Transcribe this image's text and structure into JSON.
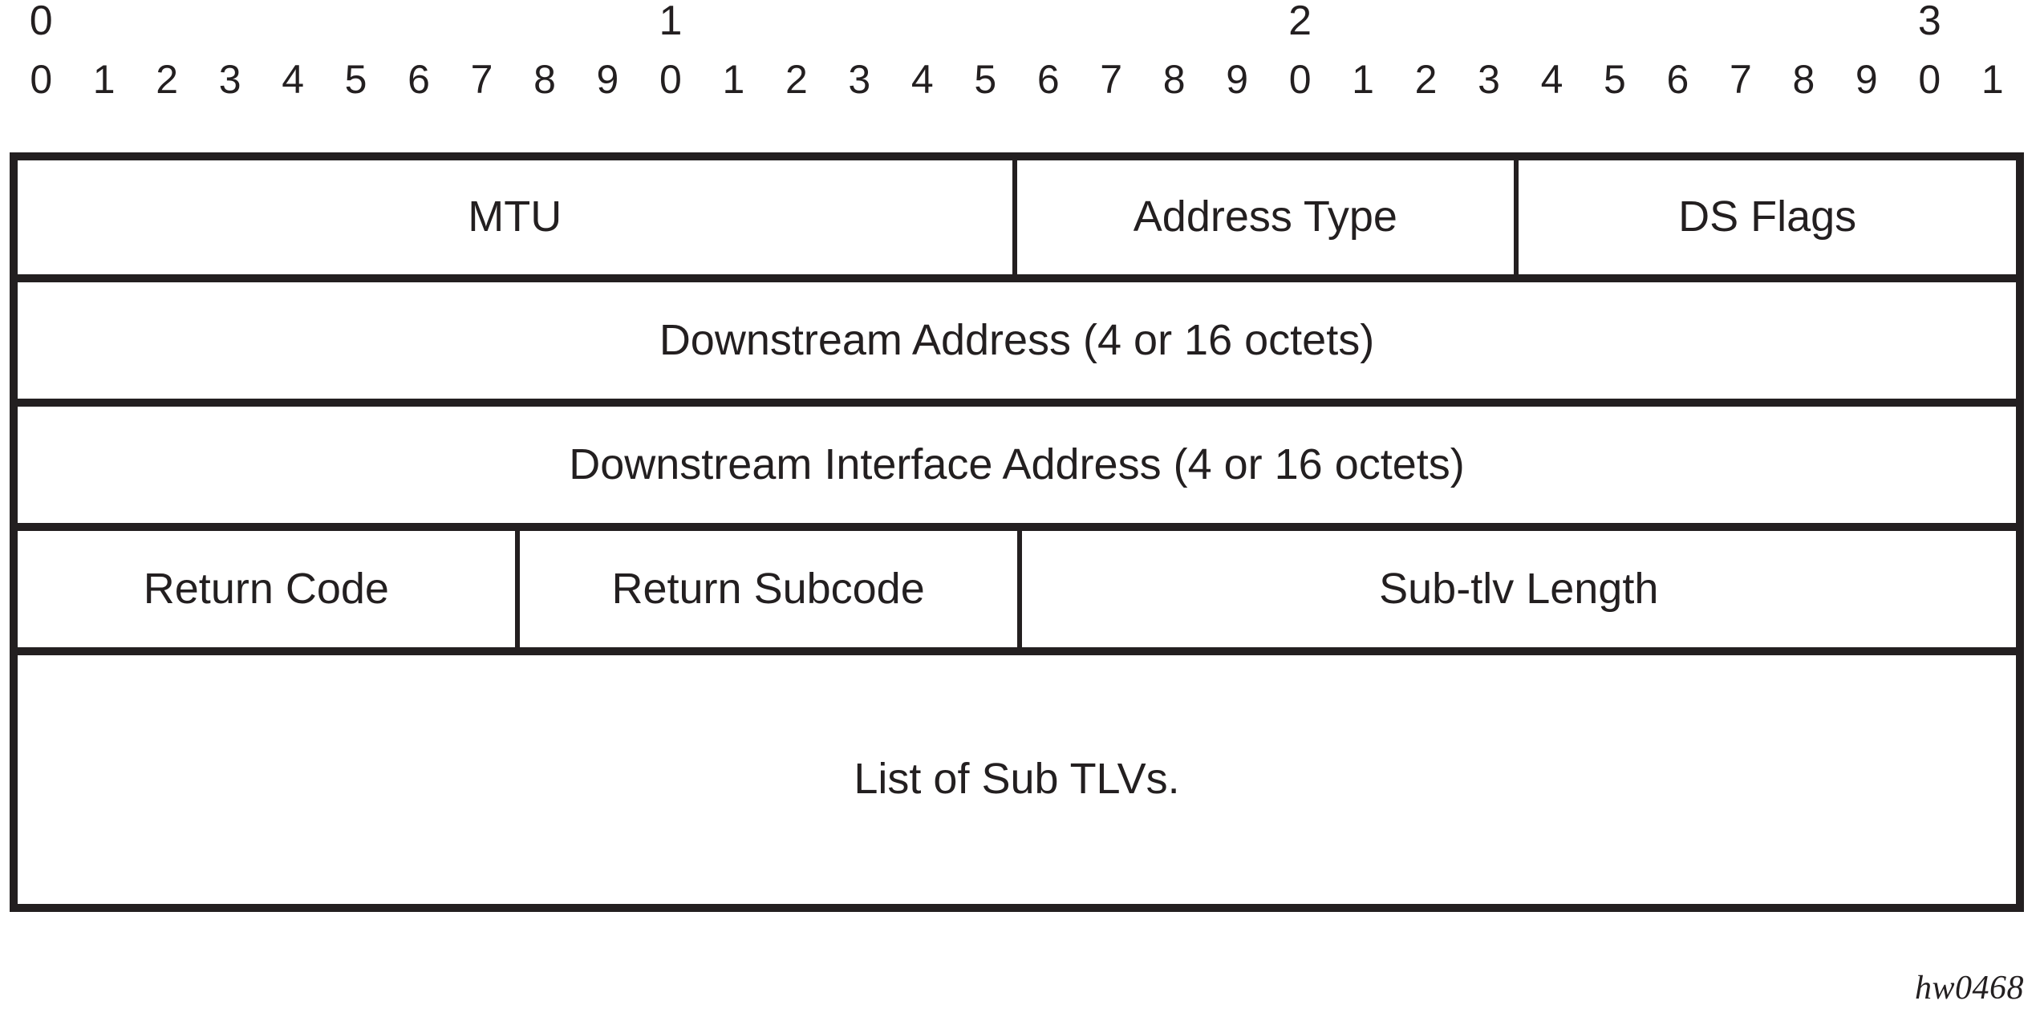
{
  "figure": {
    "id_label": "hw0468",
    "colors": {
      "ink": "#231f20",
      "background": "#ffffff"
    }
  },
  "bit_ruler": {
    "decade_labels": [
      "0",
      "",
      "",
      "",
      "",
      "",
      "",
      "",
      "",
      "",
      "1",
      "",
      "",
      "",
      "",
      "",
      "",
      "",
      "",
      "",
      "2",
      "",
      "",
      "",
      "",
      "",
      "",
      "",
      "",
      "",
      "3",
      ""
    ],
    "bit_labels": [
      "0",
      "1",
      "2",
      "3",
      "4",
      "5",
      "6",
      "7",
      "8",
      "9",
      "0",
      "1",
      "2",
      "3",
      "4",
      "5",
      "6",
      "7",
      "8",
      "9",
      "0",
      "1",
      "2",
      "3",
      "4",
      "5",
      "6",
      "7",
      "8",
      "9",
      "0",
      "1"
    ],
    "total_bits": 32
  },
  "packet": {
    "rows": [
      {
        "fields": [
          {
            "label": "MTU",
            "bits": 16
          },
          {
            "label": "Address Type",
            "bits": 8
          },
          {
            "label": "DS Flags",
            "bits": 8
          }
        ]
      },
      {
        "fields": [
          {
            "label": "Downstream Address (4 or 16 octets)",
            "bits": 32
          }
        ]
      },
      {
        "fields": [
          {
            "label": "Downstream Interface Address (4 or 16 octets)",
            "bits": 32
          }
        ]
      },
      {
        "fields": [
          {
            "label": "Return Code",
            "bits": 8
          },
          {
            "label": "Return Subcode",
            "bits": 8
          },
          {
            "label": "Sub-tlv Length",
            "bits": 16
          }
        ]
      },
      {
        "fields": [
          {
            "label": "List of Sub TLVs.",
            "bits": 32
          }
        ]
      }
    ]
  }
}
